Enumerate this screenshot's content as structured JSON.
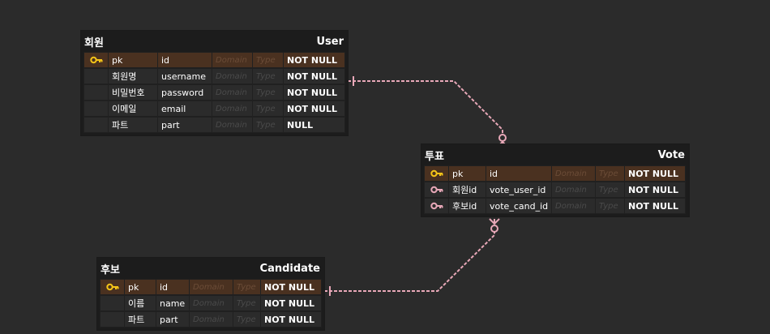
{
  "entities": {
    "user": {
      "logical": "회원",
      "physical": "User",
      "rows": [
        {
          "key": "pk",
          "logical": "pk",
          "physical": "id",
          "domain": "Domain",
          "type": "Type",
          "constraint": "NOT NULL"
        },
        {
          "key": "",
          "logical": "회원명",
          "physical": "username",
          "domain": "Domain",
          "type": "Type",
          "constraint": "NOT NULL"
        },
        {
          "key": "",
          "logical": "비밀번호",
          "physical": "password",
          "domain": "Domain",
          "type": "Type",
          "constraint": "NOT NULL"
        },
        {
          "key": "",
          "logical": "이메일",
          "physical": "email",
          "domain": "Domain",
          "type": "Type",
          "constraint": "NOT NULL"
        },
        {
          "key": "",
          "logical": "파트",
          "physical": "part",
          "domain": "Domain",
          "type": "Type",
          "constraint": "NULL"
        }
      ]
    },
    "vote": {
      "logical": "투표",
      "physical": "Vote",
      "rows": [
        {
          "key": "pk",
          "logical": "pk",
          "physical": "id",
          "domain": "Domain",
          "type": "Type",
          "constraint": "NOT NULL"
        },
        {
          "key": "fk",
          "logical": "회원id",
          "physical": "vote_user_id",
          "domain": "Domain",
          "type": "Type",
          "constraint": "NOT NULL"
        },
        {
          "key": "fk",
          "logical": "후보id",
          "physical": "vote_cand_id",
          "domain": "Domain",
          "type": "Type",
          "constraint": "NOT NULL"
        }
      ]
    },
    "candidate": {
      "logical": "후보",
      "physical": "Candidate",
      "rows": [
        {
          "key": "pk",
          "logical": "pk",
          "physical": "id",
          "domain": "Domain",
          "type": "Type",
          "constraint": "NOT NULL"
        },
        {
          "key": "",
          "logical": "이름",
          "physical": "name",
          "domain": "Domain",
          "type": "Type",
          "constraint": "NOT NULL"
        },
        {
          "key": "",
          "logical": "파트",
          "physical": "part",
          "domain": "Domain",
          "type": "Type",
          "constraint": "NOT NULL"
        }
      ]
    }
  },
  "colors": {
    "canvas": "#2b2b2b",
    "entity": "#1c1c1c",
    "pk_row": "#4a3120",
    "pk_key_icon": "#f5c518",
    "fk_key_icon": "#e8a8b8",
    "relation_line": "#e8a8b8"
  },
  "icons": {
    "pk": "key-icon",
    "fk": "foreign-key-icon"
  },
  "relations": [
    {
      "from": "user",
      "to": "vote",
      "from_end": "one",
      "to_end": "zero-or-many"
    },
    {
      "from": "candidate",
      "to": "vote",
      "from_end": "one",
      "to_end": "zero-or-many"
    }
  ]
}
